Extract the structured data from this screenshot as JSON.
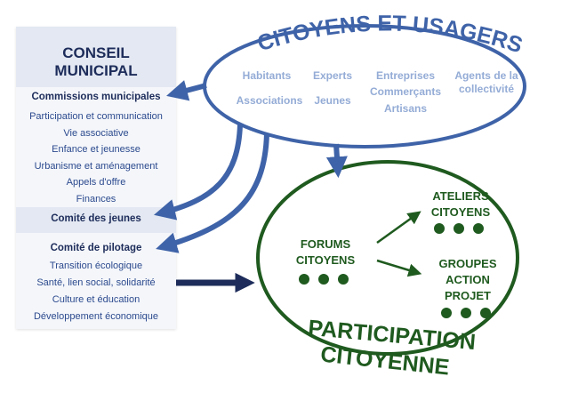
{
  "conseil": {
    "title_line1": "CONSEIL",
    "title_line2": "MUNICIPAL",
    "commissions": {
      "title": "Commissions municipales",
      "items": [
        "Participation et communication",
        "Vie associative",
        "Enfance et jeunesse",
        "Urbanisme et aménagement",
        "Appels d'offre",
        "Finances"
      ]
    },
    "comite_jeunes": "Comité des jeunes",
    "pilotage": {
      "title": "Comité de pilotage",
      "items": [
        "Transition écologique",
        "Santé, lien social, solidarité",
        "Culture et éducation",
        "Développement économique"
      ]
    }
  },
  "citoyens": {
    "title": "CITOYENS ET USAGERS",
    "groups": {
      "habitants": "Habitants",
      "experts": "Experts",
      "entreprises": "Entreprises",
      "agents_line1": "Agents de la",
      "agents_line2": "collectivité",
      "associations": "Associations",
      "jeunes": "Jeunes",
      "commercants": "Commerçants",
      "artisans": "Artisans"
    }
  },
  "participation": {
    "title_line1": "PARTICIPATION",
    "title_line2": "CITOYENNE",
    "forums_line1": "FORUMS",
    "forums_line2": "CITOYENS",
    "ateliers_line1": "ATELIERS",
    "ateliers_line2": "CITOYENS",
    "groupes_line1": "GROUPES",
    "groupes_line2": "ACTION",
    "groupes_line3": "PROJET"
  },
  "colors": {
    "navy": "#1d2c5a",
    "blue": "#3f63a8",
    "light_blue": "#94acd6",
    "green": "#1f5a1f",
    "panel_bg": "#f4f6fa",
    "band_bg": "#e3e8f2"
  }
}
